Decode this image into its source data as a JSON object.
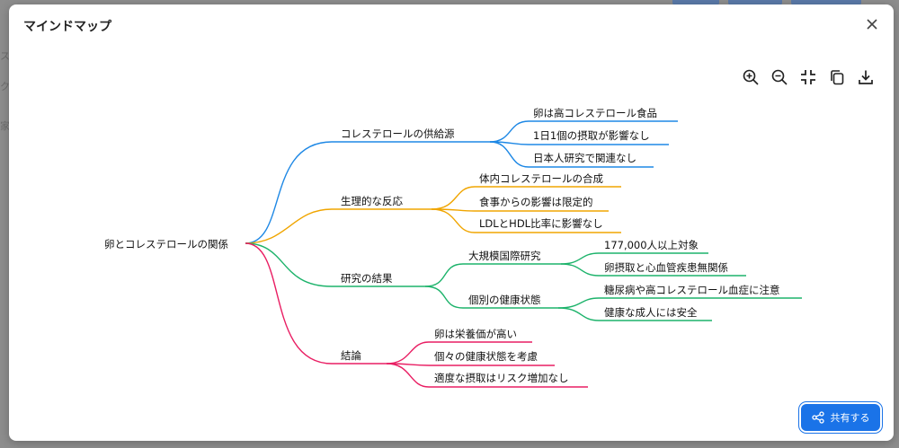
{
  "dialog": {
    "title": "マインドマップ",
    "share_label": "共有する"
  },
  "toolbar": {
    "icons": [
      "zoom-in-icon",
      "zoom-out-icon",
      "fit-screen-icon",
      "copy-icon",
      "download-icon"
    ]
  },
  "colors": {
    "supply": "#1e88e5",
    "reaction": "#f0a500",
    "research": "#1db36b",
    "conclusion": "#e91e63",
    "share_button": "#1a73e8"
  },
  "mindmap": {
    "root": "卵とコレステロールの関係",
    "branches": [
      {
        "label": "コレステロールの供給源",
        "children": [
          {
            "label": "卵は高コレステロール食品"
          },
          {
            "label": "1日1個の摂取が影響なし"
          },
          {
            "label": "日本人研究で関連なし"
          }
        ]
      },
      {
        "label": "生理的な反応",
        "children": [
          {
            "label": "体内コレステロールの合成"
          },
          {
            "label": "食事からの影響は限定的"
          },
          {
            "label": "LDLとHDL比率に影響なし"
          }
        ]
      },
      {
        "label": "研究の結果",
        "children": [
          {
            "label": "大規模国際研究",
            "children": [
              {
                "label": "177,000人以上対象"
              },
              {
                "label": "卵摂取と心血管疾患無関係"
              }
            ]
          },
          {
            "label": "個別の健康状態",
            "children": [
              {
                "label": "糖尿病や高コレステロール血症に注意"
              },
              {
                "label": "健康な成人には安全"
              }
            ]
          }
        ]
      },
      {
        "label": "結論",
        "children": [
          {
            "label": "卵は栄養価が高い"
          },
          {
            "label": "個々の健康状態を考慮"
          },
          {
            "label": "適度な摂取はリスク増加なし"
          }
        ]
      }
    ]
  }
}
